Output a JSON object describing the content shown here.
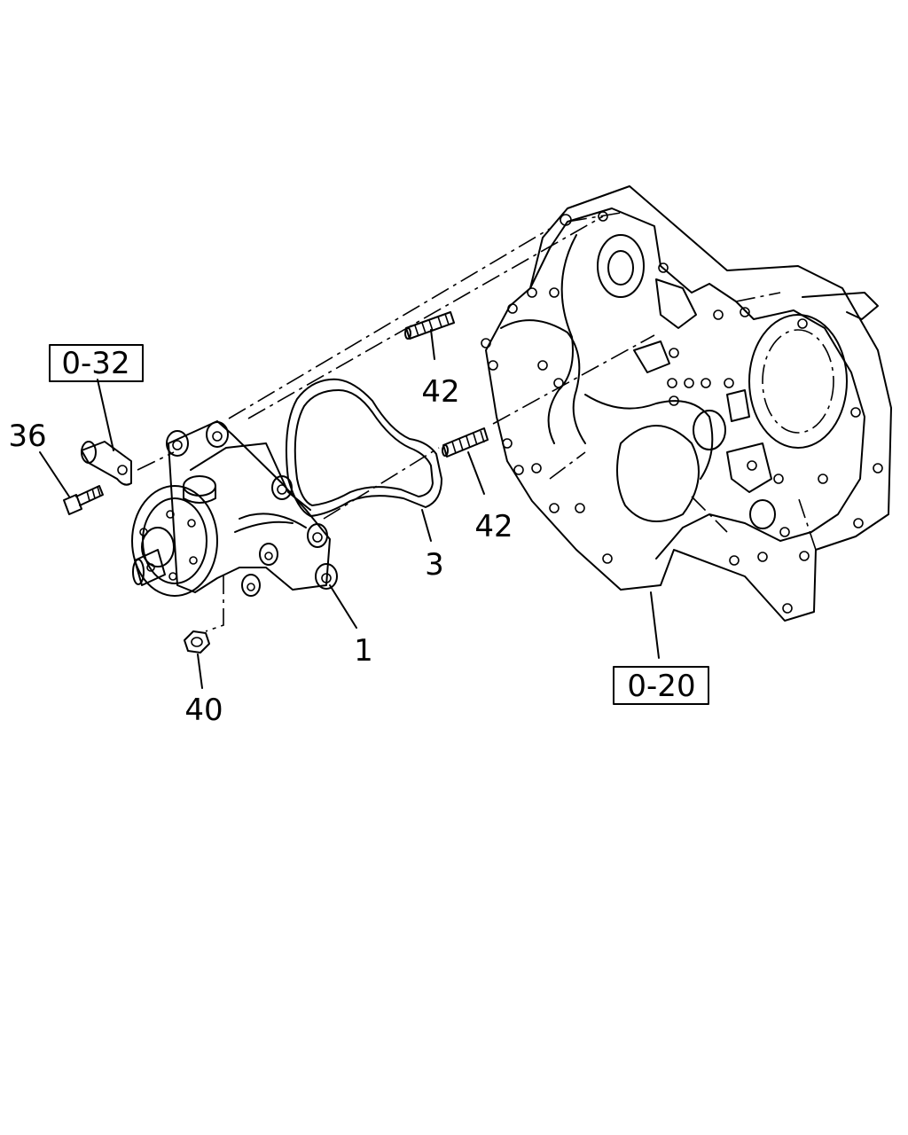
{
  "callouts": {
    "ref_0_32": "0-32",
    "ref_0_20": "0-20",
    "part_36": "36",
    "part_40": "40",
    "part_1": "1",
    "part_3": "3",
    "part_42_upper": "42",
    "part_42_lower": "42"
  },
  "colors": {
    "ink": "#000000",
    "paper": "#ffffff"
  }
}
